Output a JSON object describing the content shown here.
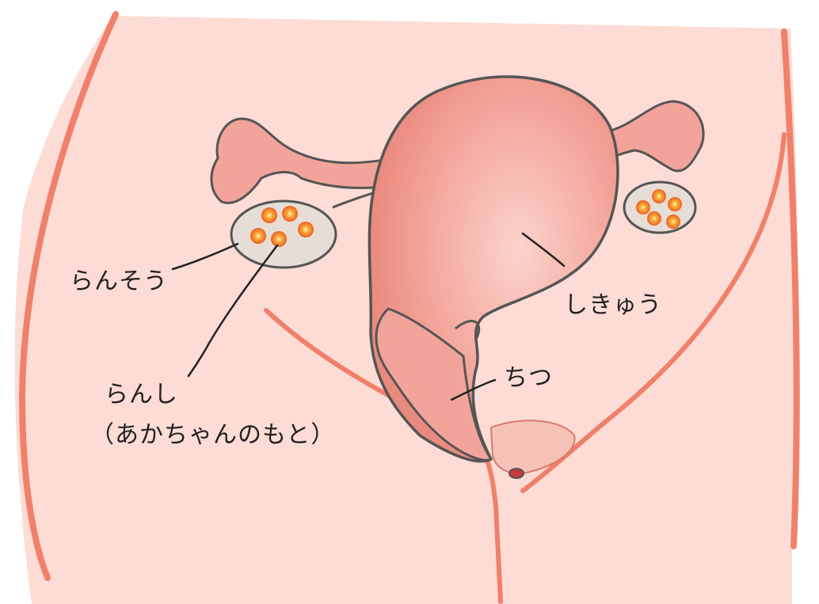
{
  "labels": {
    "ovary": "らんそう",
    "uterus": "しきゅう",
    "vagina": "ちつ",
    "egg": "らんし",
    "egg_note": "（あかちゃんのもと）"
  },
  "colors": {
    "skin": "#fcdcd4",
    "outline": "#f0806a",
    "organ": "#f2a49a",
    "organ_dark": "#e8857b",
    "ovary_fill": "#e6ddd6",
    "egg": "#f27a2e",
    "line": "#222222"
  }
}
